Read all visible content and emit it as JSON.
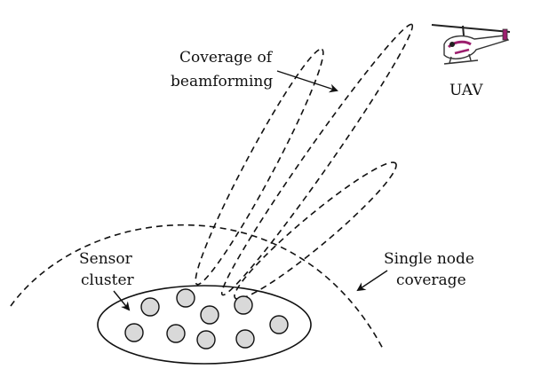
{
  "labels": {
    "beamforming_line1": "Coverage of",
    "beamforming_line2": "beamforming",
    "uav": "UAV",
    "sensor_line1": "Sensor",
    "sensor_line2": "cluster",
    "single_line1": "Single node",
    "single_line2": "coverage"
  },
  "colors": {
    "stroke": "#111111",
    "node_fill": "#d9d9d9",
    "uav_body": "#ffffff",
    "uav_accent": "#9c1f6e"
  },
  "sensor_node_count": 9
}
